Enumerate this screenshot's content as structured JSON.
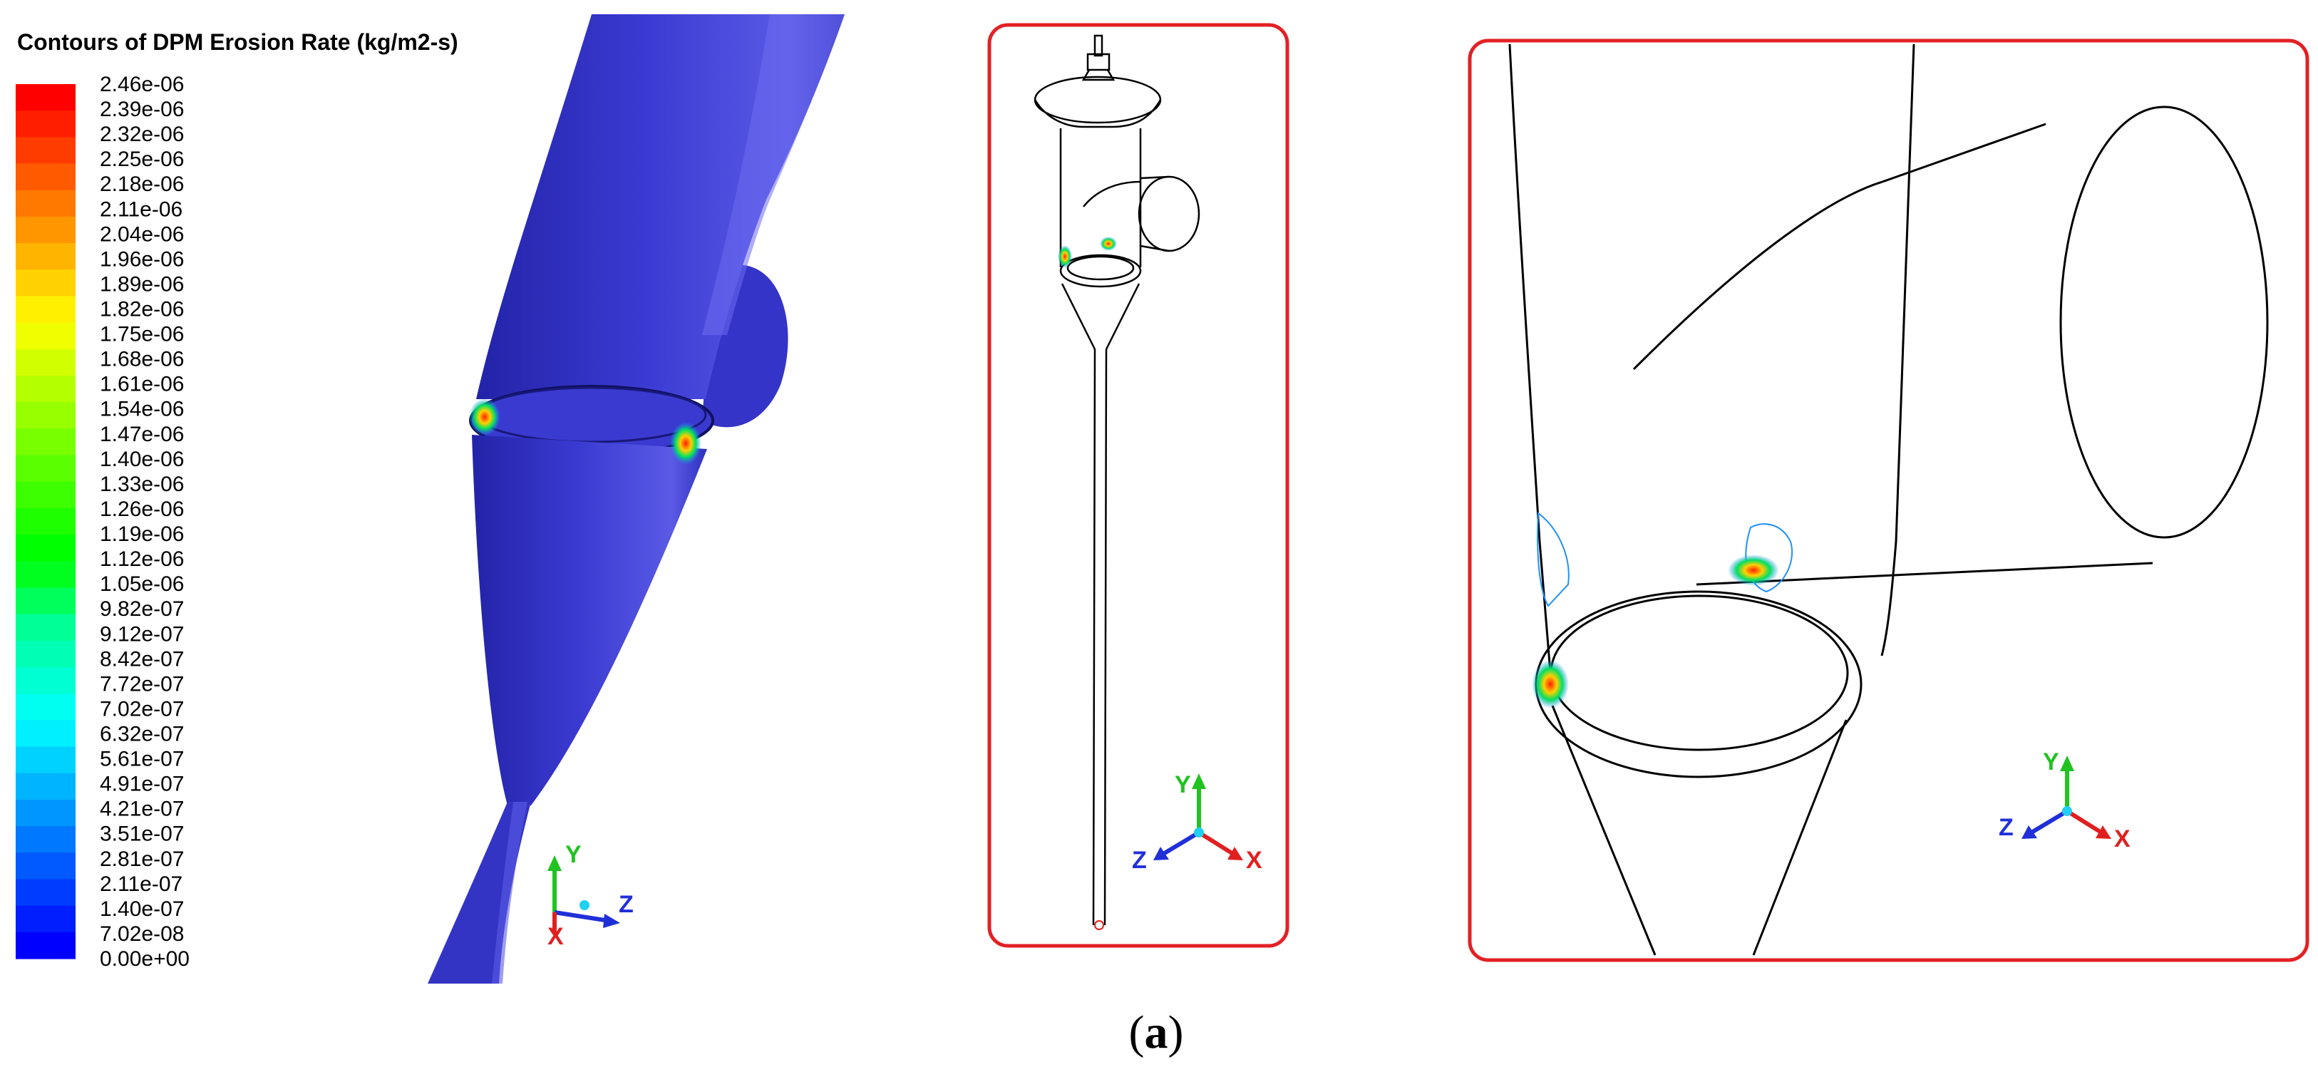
{
  "legend": {
    "title": "Contours of DPM Erosion Rate  (kg/m2-s)",
    "ticks": [
      "2.46e-06",
      "2.39e-06",
      "2.32e-06",
      "2.25e-06",
      "2.18e-06",
      "2.11e-06",
      "2.04e-06",
      "1.96e-06",
      "1.89e-06",
      "1.82e-06",
      "1.75e-06",
      "1.68e-06",
      "1.61e-06",
      "1.54e-06",
      "1.47e-06",
      "1.40e-06",
      "1.33e-06",
      "1.26e-06",
      "1.19e-06",
      "1.12e-06",
      "1.05e-06",
      "9.82e-07",
      "9.12e-07",
      "8.42e-07",
      "7.72e-07",
      "7.02e-07",
      "6.32e-07",
      "5.61e-07",
      "4.91e-07",
      "4.21e-07",
      "3.51e-07",
      "2.81e-07",
      "2.11e-07",
      "1.40e-07",
      "7.02e-08",
      "0.00e+00"
    ],
    "colors": [
      "#ff0000",
      "#ff1e00",
      "#ff3c00",
      "#ff5a00",
      "#ff7800",
      "#ff9600",
      "#ffb400",
      "#ffd200",
      "#fff000",
      "#f0ff00",
      "#d2ff00",
      "#b4ff00",
      "#96ff00",
      "#78ff00",
      "#5aff00",
      "#3cff00",
      "#1eff00",
      "#00ff00",
      "#00ff1e",
      "#00ff5a",
      "#00ff96",
      "#00ffb4",
      "#00ffd2",
      "#00fff0",
      "#00f0ff",
      "#00d2ff",
      "#00b4ff",
      "#0096ff",
      "#0078ff",
      "#005aff",
      "#003cff",
      "#001eff",
      "#0000ff"
    ]
  },
  "triads": [
    {
      "y": "Y",
      "x": "X",
      "z": "Z"
    },
    {
      "y": "Y",
      "x": "X",
      "z": "Z"
    },
    {
      "y": "Y",
      "x": "X",
      "z": "Z"
    }
  ],
  "caption": {
    "open": "(",
    "letter": "a",
    "close": ")"
  },
  "colors": {
    "body": "#3f3fd0",
    "frame": "#e32024",
    "axis_y": "#21c321",
    "axis_x": "#e02020",
    "axis_z": "#2030d8"
  }
}
